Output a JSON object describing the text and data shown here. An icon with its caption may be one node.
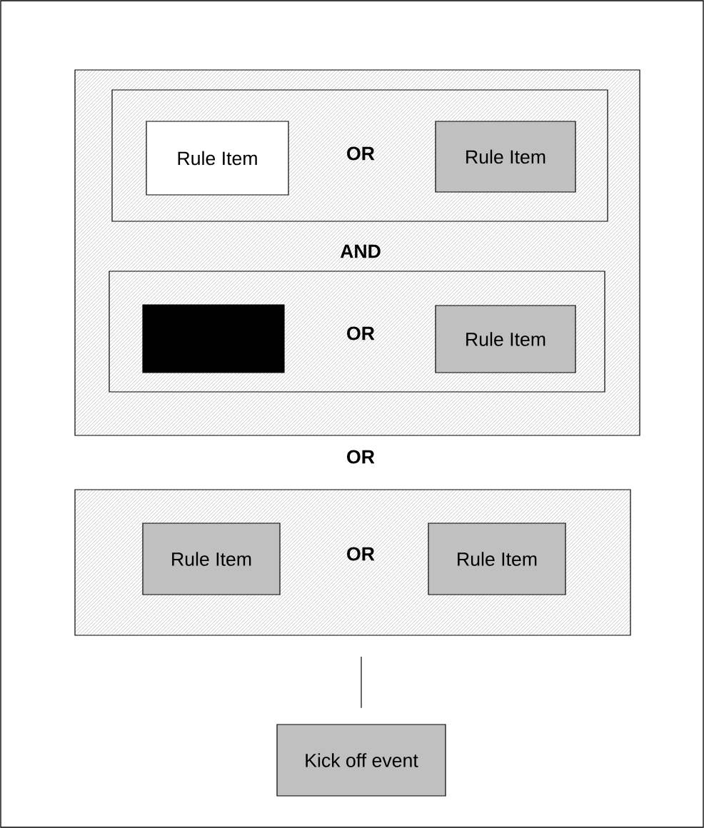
{
  "diagram": {
    "nodes": [
      {
        "text": [],
        "shape": "box"
      },
      {
        "text": [],
        "shape": "box",
        "in": 0
      },
      {
        "text": [
          "Rule Item"
        ],
        "in": 1
      },
      {
        "text": [
          "Rule Item"
        ],
        "in": 1
      },
      {
        "text": [],
        "shape": "box",
        "in": 0
      },
      {
        "text": [],
        "shape": "box",
        "in": 4
      },
      {
        "text": [
          "Rule Item"
        ],
        "in": 4
      },
      {
        "text": [],
        "shape": "box"
      },
      {
        "text": [
          "Rule Item"
        ],
        "in": 7
      },
      {
        "text": [
          "Rule Item"
        ],
        "in": 7
      },
      {
        "text": [
          "Kick off event"
        ]
      }
    ],
    "edges": [
      {
        "from": 7,
        "to": 10,
        "arrow": "none"
      }
    ],
    "labels": [
      "OR",
      "AND",
      "OR",
      "OR",
      "OR"
    ]
  }
}
